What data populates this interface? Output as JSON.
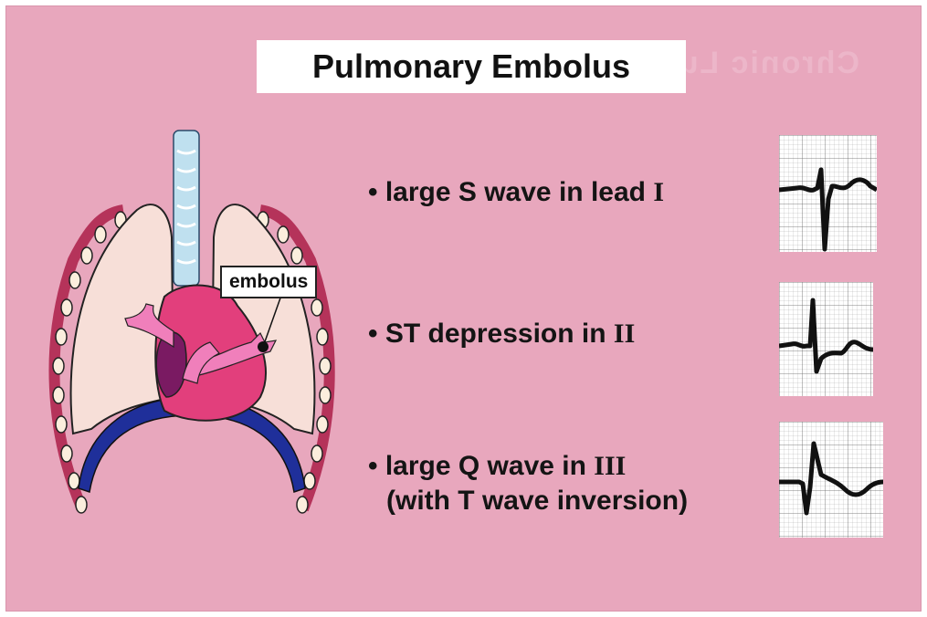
{
  "slide": {
    "title": "Pulmonary Embolus",
    "ghost_text": "Chronic Lung Disease",
    "background_color": "#e8a7bd"
  },
  "diagram": {
    "callout_label": "embolus"
  },
  "bullets": [
    {
      "prefix": "• large S wave in lead ",
      "lead": "I"
    },
    {
      "prefix": "• ST depression in ",
      "lead": "II"
    },
    {
      "prefix": "• large Q wave in ",
      "lead": "III"
    }
  ],
  "bullet3_continuation": "(with T wave inversion)",
  "ecg_strips": [
    {
      "lead": "I",
      "icon": "ecg-lead-i-strip"
    },
    {
      "lead": "II",
      "icon": "ecg-lead-ii-strip"
    },
    {
      "lead": "III",
      "icon": "ecg-lead-iii-strip"
    }
  ]
}
